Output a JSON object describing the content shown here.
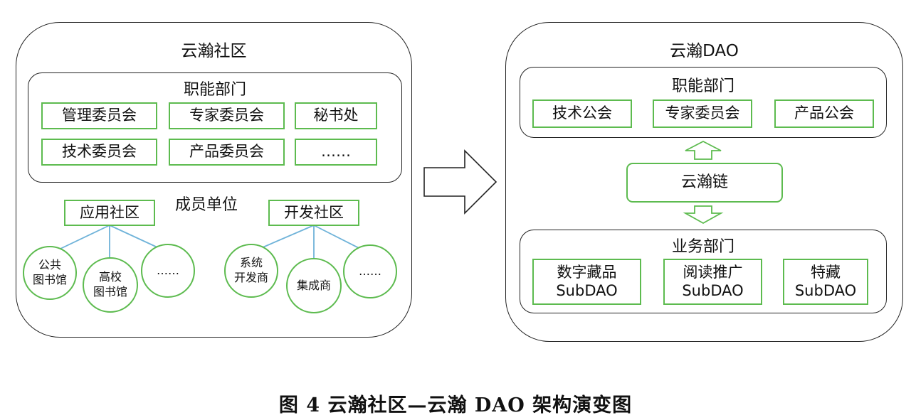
{
  "left": {
    "title": "云瀚社区",
    "functional": {
      "title": "职能部门",
      "items": [
        "管理委员会",
        "专家委员会",
        "秘书处",
        "技术委员会",
        "产品委员会",
        "……"
      ]
    },
    "members": {
      "title": "成员单位",
      "app_community": {
        "label": "应用社区",
        "children": [
          [
            "公共",
            "图书馆"
          ],
          [
            "高校",
            "图书馆"
          ],
          [
            "……"
          ]
        ]
      },
      "dev_community": {
        "label": "开发社区",
        "children": [
          [
            "系统",
            "开发商"
          ],
          [
            "集成商"
          ],
          [
            "……"
          ]
        ]
      }
    }
  },
  "right": {
    "title": "云瀚DAO",
    "functional": {
      "title": "职能部门",
      "items": [
        "技术公会",
        "专家委员会",
        "产品公会"
      ]
    },
    "chain": "云瀚链",
    "business": {
      "title": "业务部门",
      "items": [
        [
          "数字藏品",
          "SubDAO"
        ],
        [
          "阅读推广",
          "SubDAO"
        ],
        [
          "特藏",
          "SubDAO"
        ]
      ]
    }
  },
  "caption": "图 4  云瀚社区—云瀚 DAO 架构演变图",
  "colors": {
    "green": "#5dbb4f",
    "line": "#6fb3d9",
    "border": "#222222"
  }
}
